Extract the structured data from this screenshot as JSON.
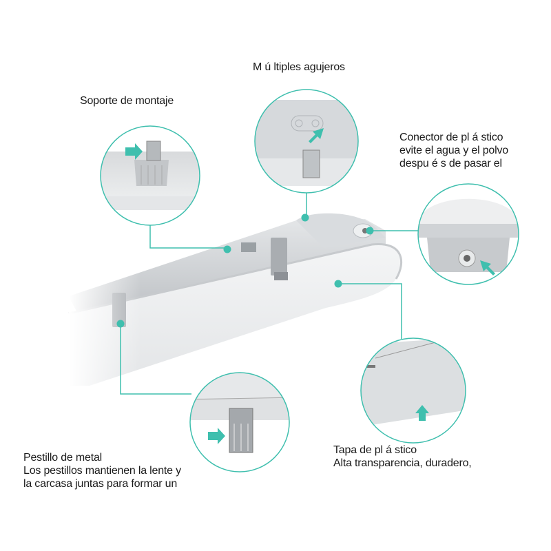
{
  "accent_color": "#3fbfae",
  "product": "LED tri-proof linear light fixture",
  "callouts": [
    {
      "id": "multiple-holes",
      "title": "M ú ltiples agujeros",
      "lines": [],
      "icon": "arrow-icon"
    },
    {
      "id": "mounting-bracket",
      "title": "Soporte de montaje",
      "lines": [],
      "icon": "arrow-icon"
    },
    {
      "id": "plastic-connector",
      "title": "Conector de pl á stico",
      "lines": [
        "evite el agua y el polvo",
        "despu é s de pasar el"
      ],
      "icon": "arrow-icon"
    },
    {
      "id": "metal-latch",
      "title": "Pestillo de metal",
      "lines": [
        "Los pestillos mantienen la lente y",
        "la carcasa juntas para formar un"
      ],
      "icon": "arrow-icon"
    },
    {
      "id": "plastic-cover",
      "title": "Tapa de pl á stico",
      "lines": [
        "Alta transparencia, duradero,"
      ],
      "icon": "arrow-icon"
    }
  ]
}
